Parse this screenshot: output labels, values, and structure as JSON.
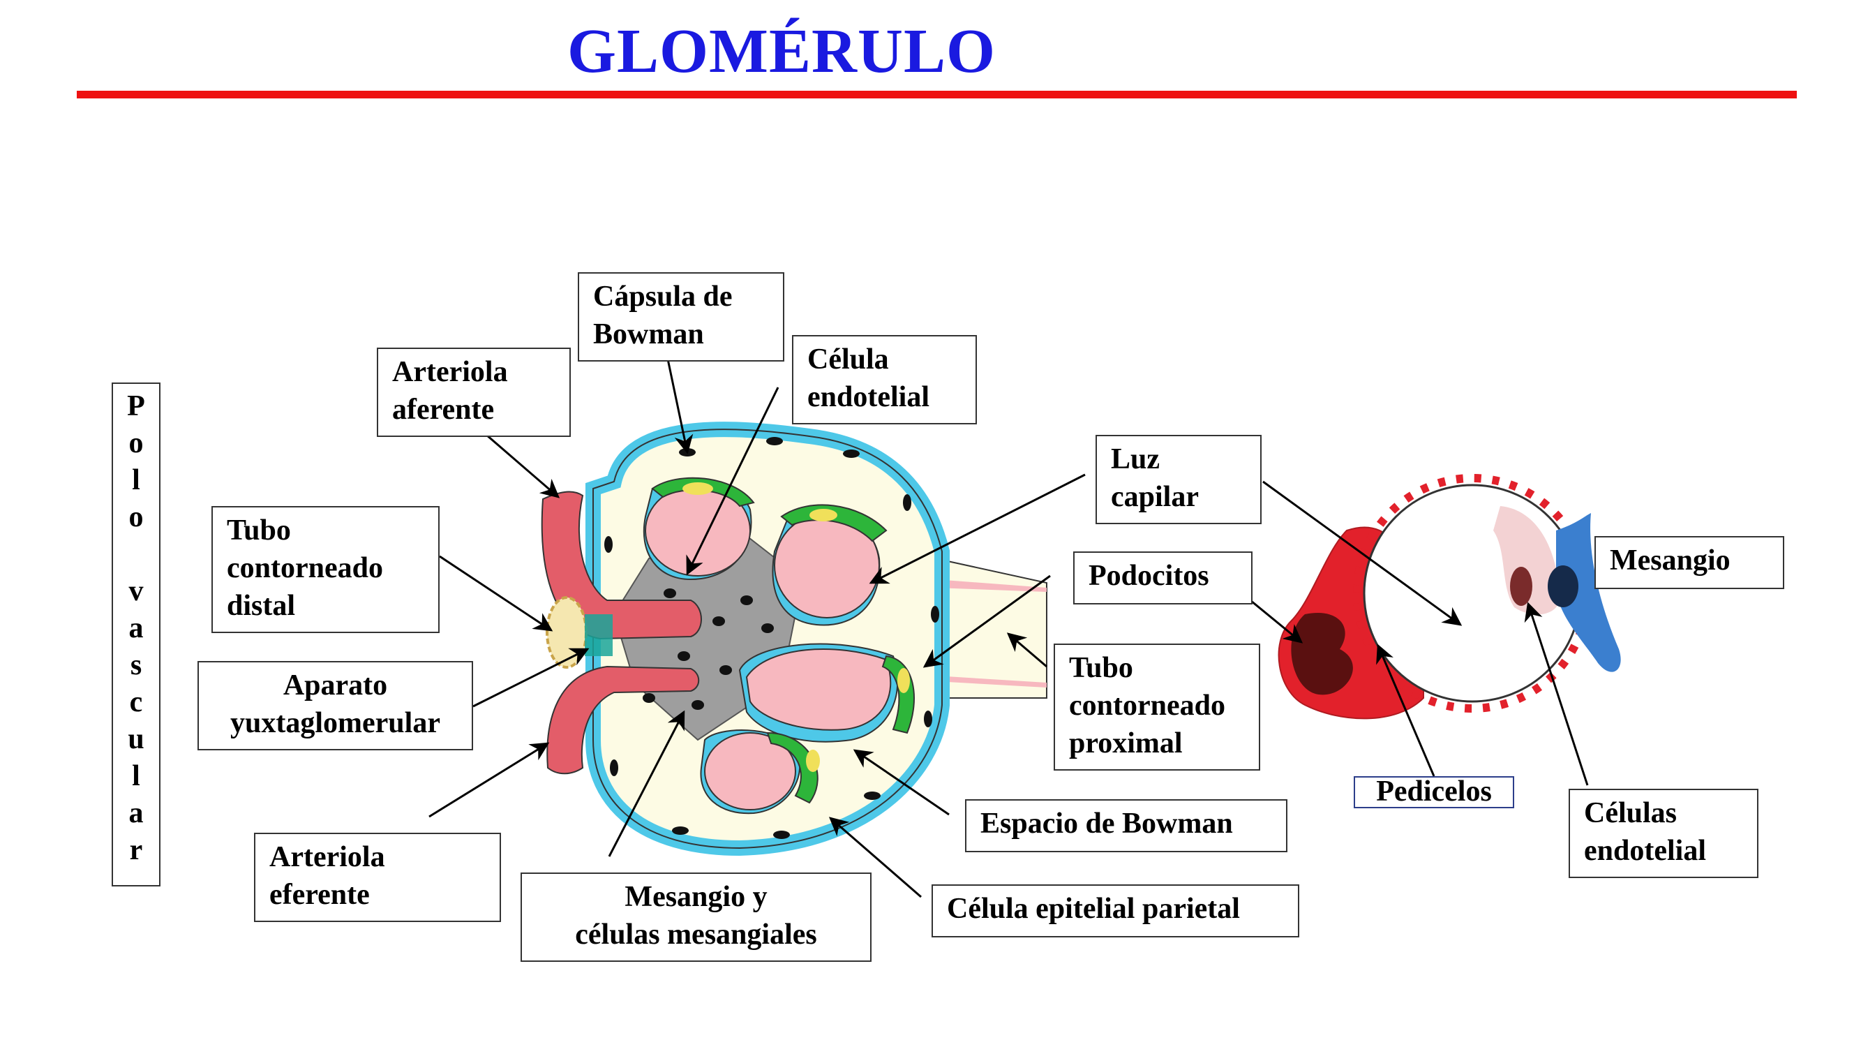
{
  "title": "GLOMÉRULO",
  "colors": {
    "title": "#1a1ae0",
    "rule": "#ee1111",
    "capillary": "#f7b8bf",
    "endothelium": "#4ec8e8",
    "podocyte": "#2db53a",
    "bowman_space": "#fdfbe4",
    "arteriole": "#e35d69",
    "mesangium": "#9e9e9e"
  },
  "side_label": "Polo vascular",
  "labels": {
    "capsula": [
      "Cápsula de",
      "Bowman"
    ],
    "arteriola_aferente": [
      "Arteriola",
      "aferente"
    ],
    "celula_endotelial": [
      "Célula",
      "endotelial"
    ],
    "luz_capilar": [
      "Luz",
      "capilar"
    ],
    "tubo_distal": [
      "Tubo",
      "contorneado",
      "distal"
    ],
    "podocitos": "Podocitos",
    "aparato": [
      "Aparato",
      "yuxtaglomerular"
    ],
    "tubo_proximal": [
      "Tubo",
      "contorneado",
      "proximal"
    ],
    "arteriola_eferente": [
      "Arteriola",
      "eferente"
    ],
    "espacio_bowman": "Espacio de Bowman",
    "mesangio_celulas": [
      "Mesangio y",
      "células mesangiales"
    ],
    "celula_epitelial": "Célula epitelial parietal",
    "mesangio": "Mesangio",
    "pedicelos": "Pedicelos",
    "celulas_endotelial": [
      "Células",
      "endotelial"
    ]
  }
}
